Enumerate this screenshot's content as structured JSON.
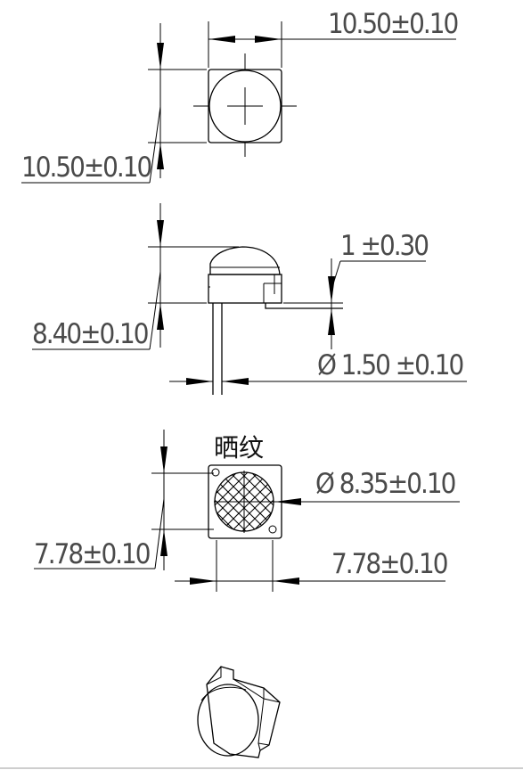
{
  "dimensions": {
    "top_width": "10.50±0.10",
    "top_height": "10.50±0.10",
    "side_height": "8.40±0.10",
    "side_thickness": "1 ±0.30",
    "side_pin": "Ø 1.50 ±0.10",
    "bottom_texture": "晒纹",
    "bottom_diameter": "Ø 8.35±0.10",
    "bottom_height": "7.78±0.10",
    "bottom_width": "7.78±0.10"
  }
}
